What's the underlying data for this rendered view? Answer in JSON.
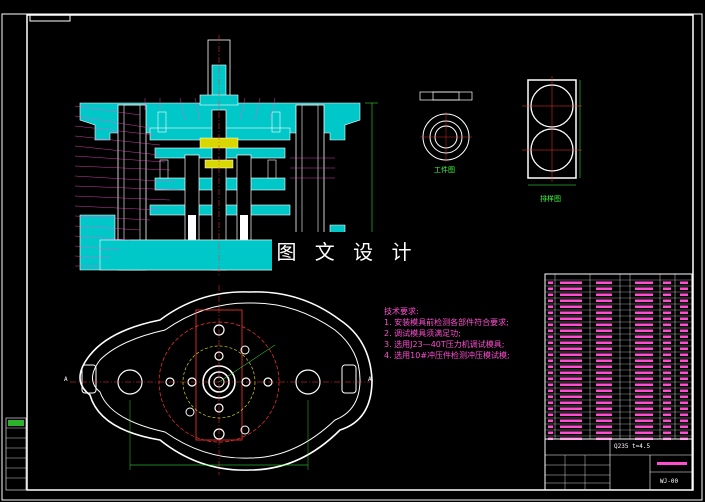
{
  "watermark": "图 文 设 计",
  "notes": {
    "heading": "技术要求:",
    "items": [
      "1. 安装模具前检测各部件符合要求;",
      "2. 调试模具须满足功;",
      "3. 选用J23—40T压力机调试模具;",
      "4. 选用10#冲压件检测冲压模试模;"
    ]
  },
  "views": {
    "top_small": "工件图",
    "top_right": "排样图"
  },
  "section_marks": {
    "left": "A",
    "right": "A"
  },
  "title_block": {
    "material": "Q235 t=4.5",
    "drawing_no": "WJ-00"
  }
}
